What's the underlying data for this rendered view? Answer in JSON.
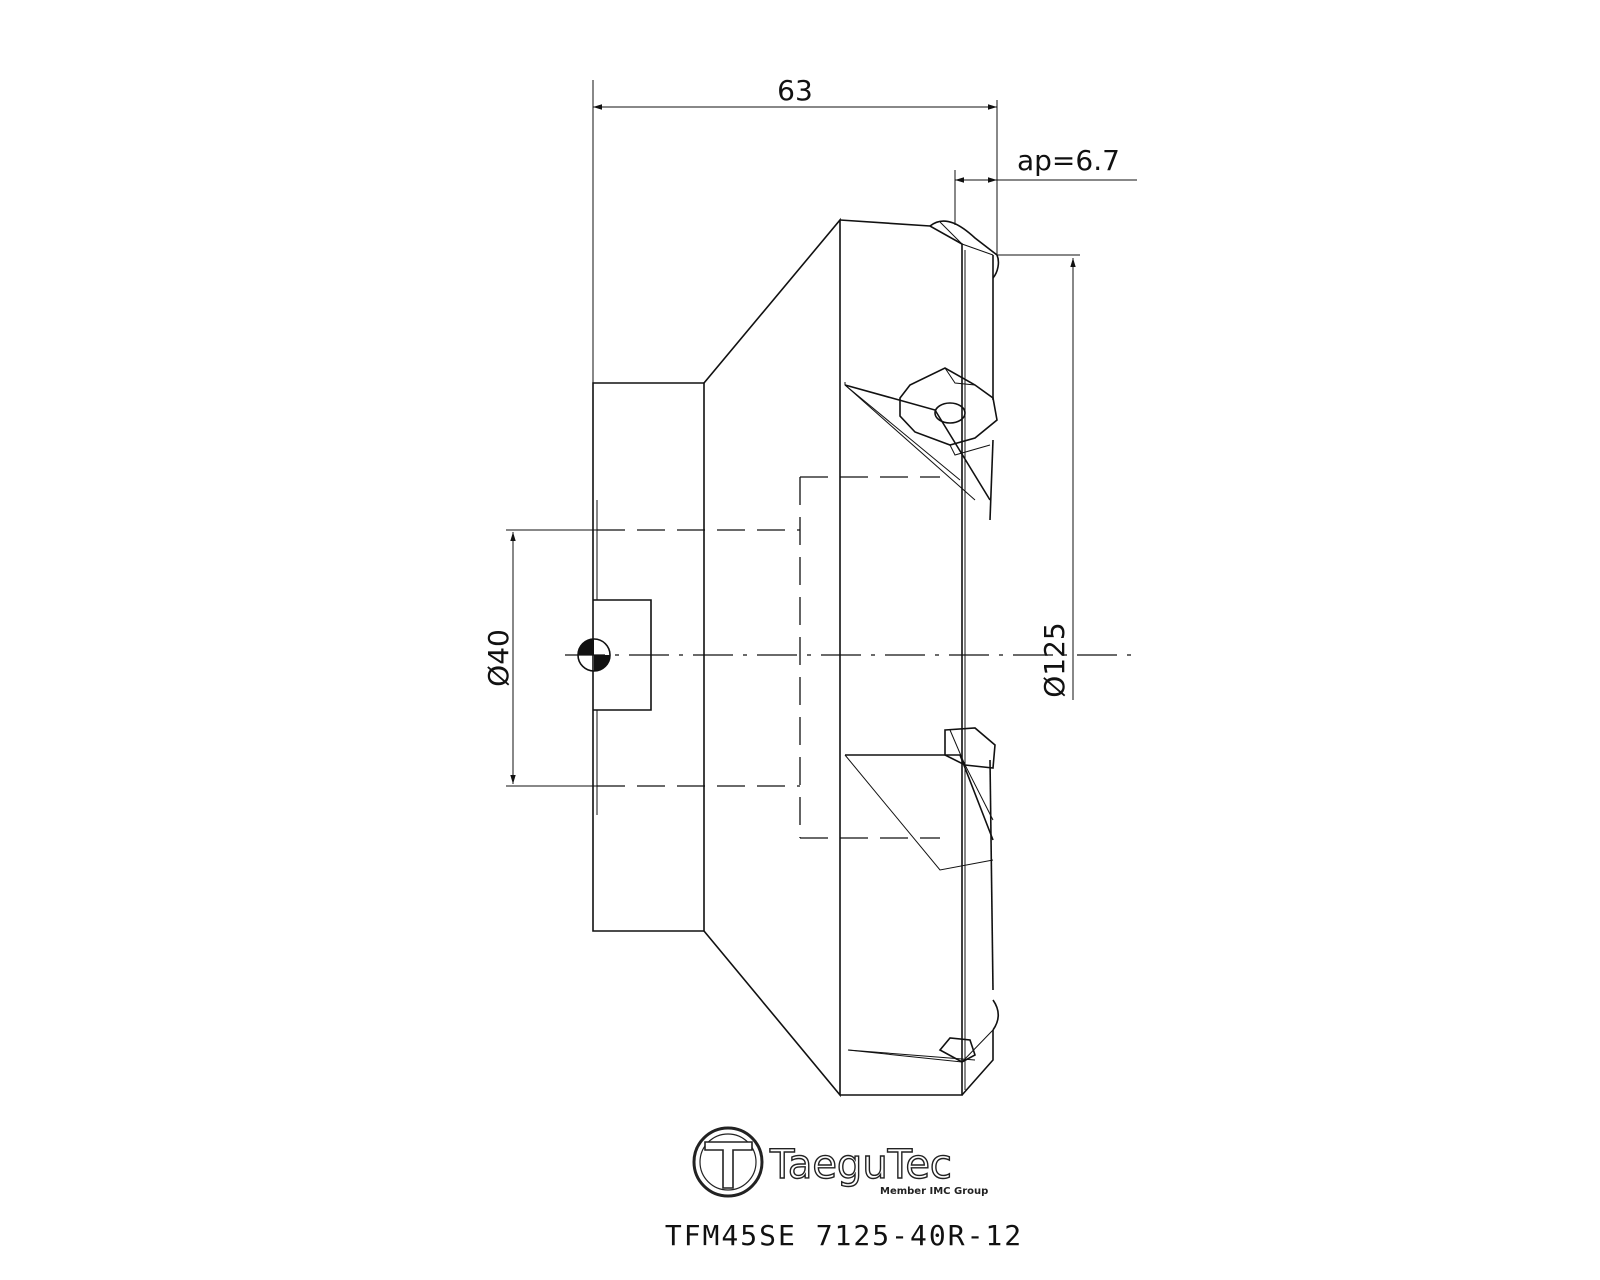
{
  "drawing": {
    "dimensions": {
      "length": "63",
      "depth_of_cut": "ap=6.7",
      "bore_diameter": "Ø40",
      "cutter_diameter": "Ø125"
    },
    "logo": {
      "brand": "TaeguTec",
      "tagline": "Member IMC Group"
    },
    "part_number": "TFM45SE 7125-40R-12"
  }
}
